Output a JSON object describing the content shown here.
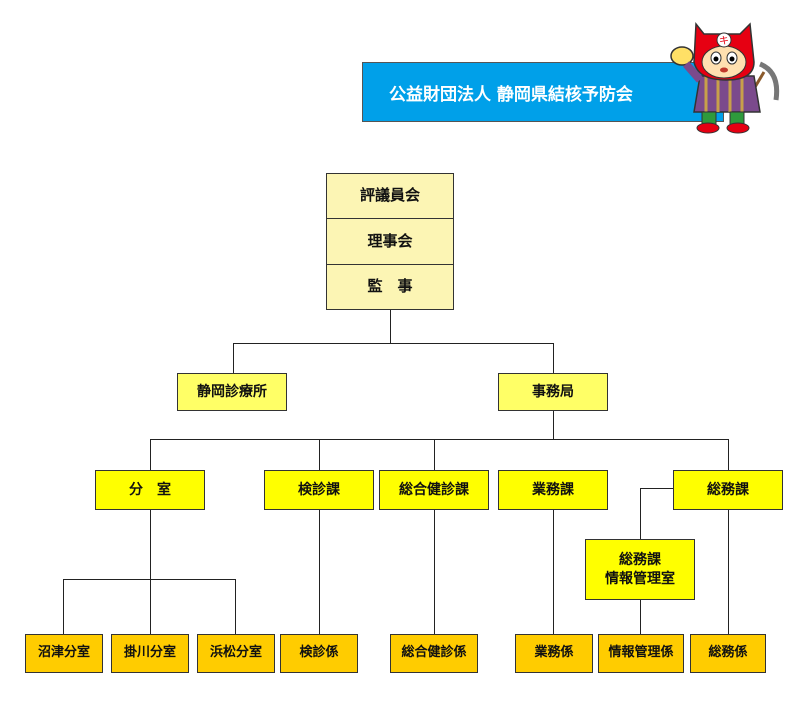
{
  "banner": {
    "title": "公益財団法人 静岡県結核予防会"
  },
  "mascot": {
    "icon": "mascot-character-icon",
    "badge_char": "キ"
  },
  "top": {
    "council": "評議員会",
    "board": "理事会",
    "auditor": "監　事"
  },
  "level1": {
    "clinic": "静岡診療所",
    "secretariat": "事務局"
  },
  "level2": {
    "branch": "分　室",
    "exam": "検診課",
    "comprehensive": "総合健診課",
    "operations": "業務課",
    "general_affairs": "総務課"
  },
  "info_office": "総務課\n情報管理室",
  "level3": {
    "numazu": "沼津分室",
    "kakegawa": "掛川分室",
    "hamamatsu": "浜松分室",
    "exam_staff": "検診係",
    "comprehensive_staff": "総合健診係",
    "operations_staff": "業務係",
    "info_staff": "情報管理係",
    "general_staff": "総務係"
  },
  "colors": {
    "banner_bg": "#00a0e9",
    "governance_bg": "#fcf5b4",
    "section_bg": "#ffff66",
    "division_bg": "#ffff00",
    "unit_bg": "#ffcc00"
  }
}
